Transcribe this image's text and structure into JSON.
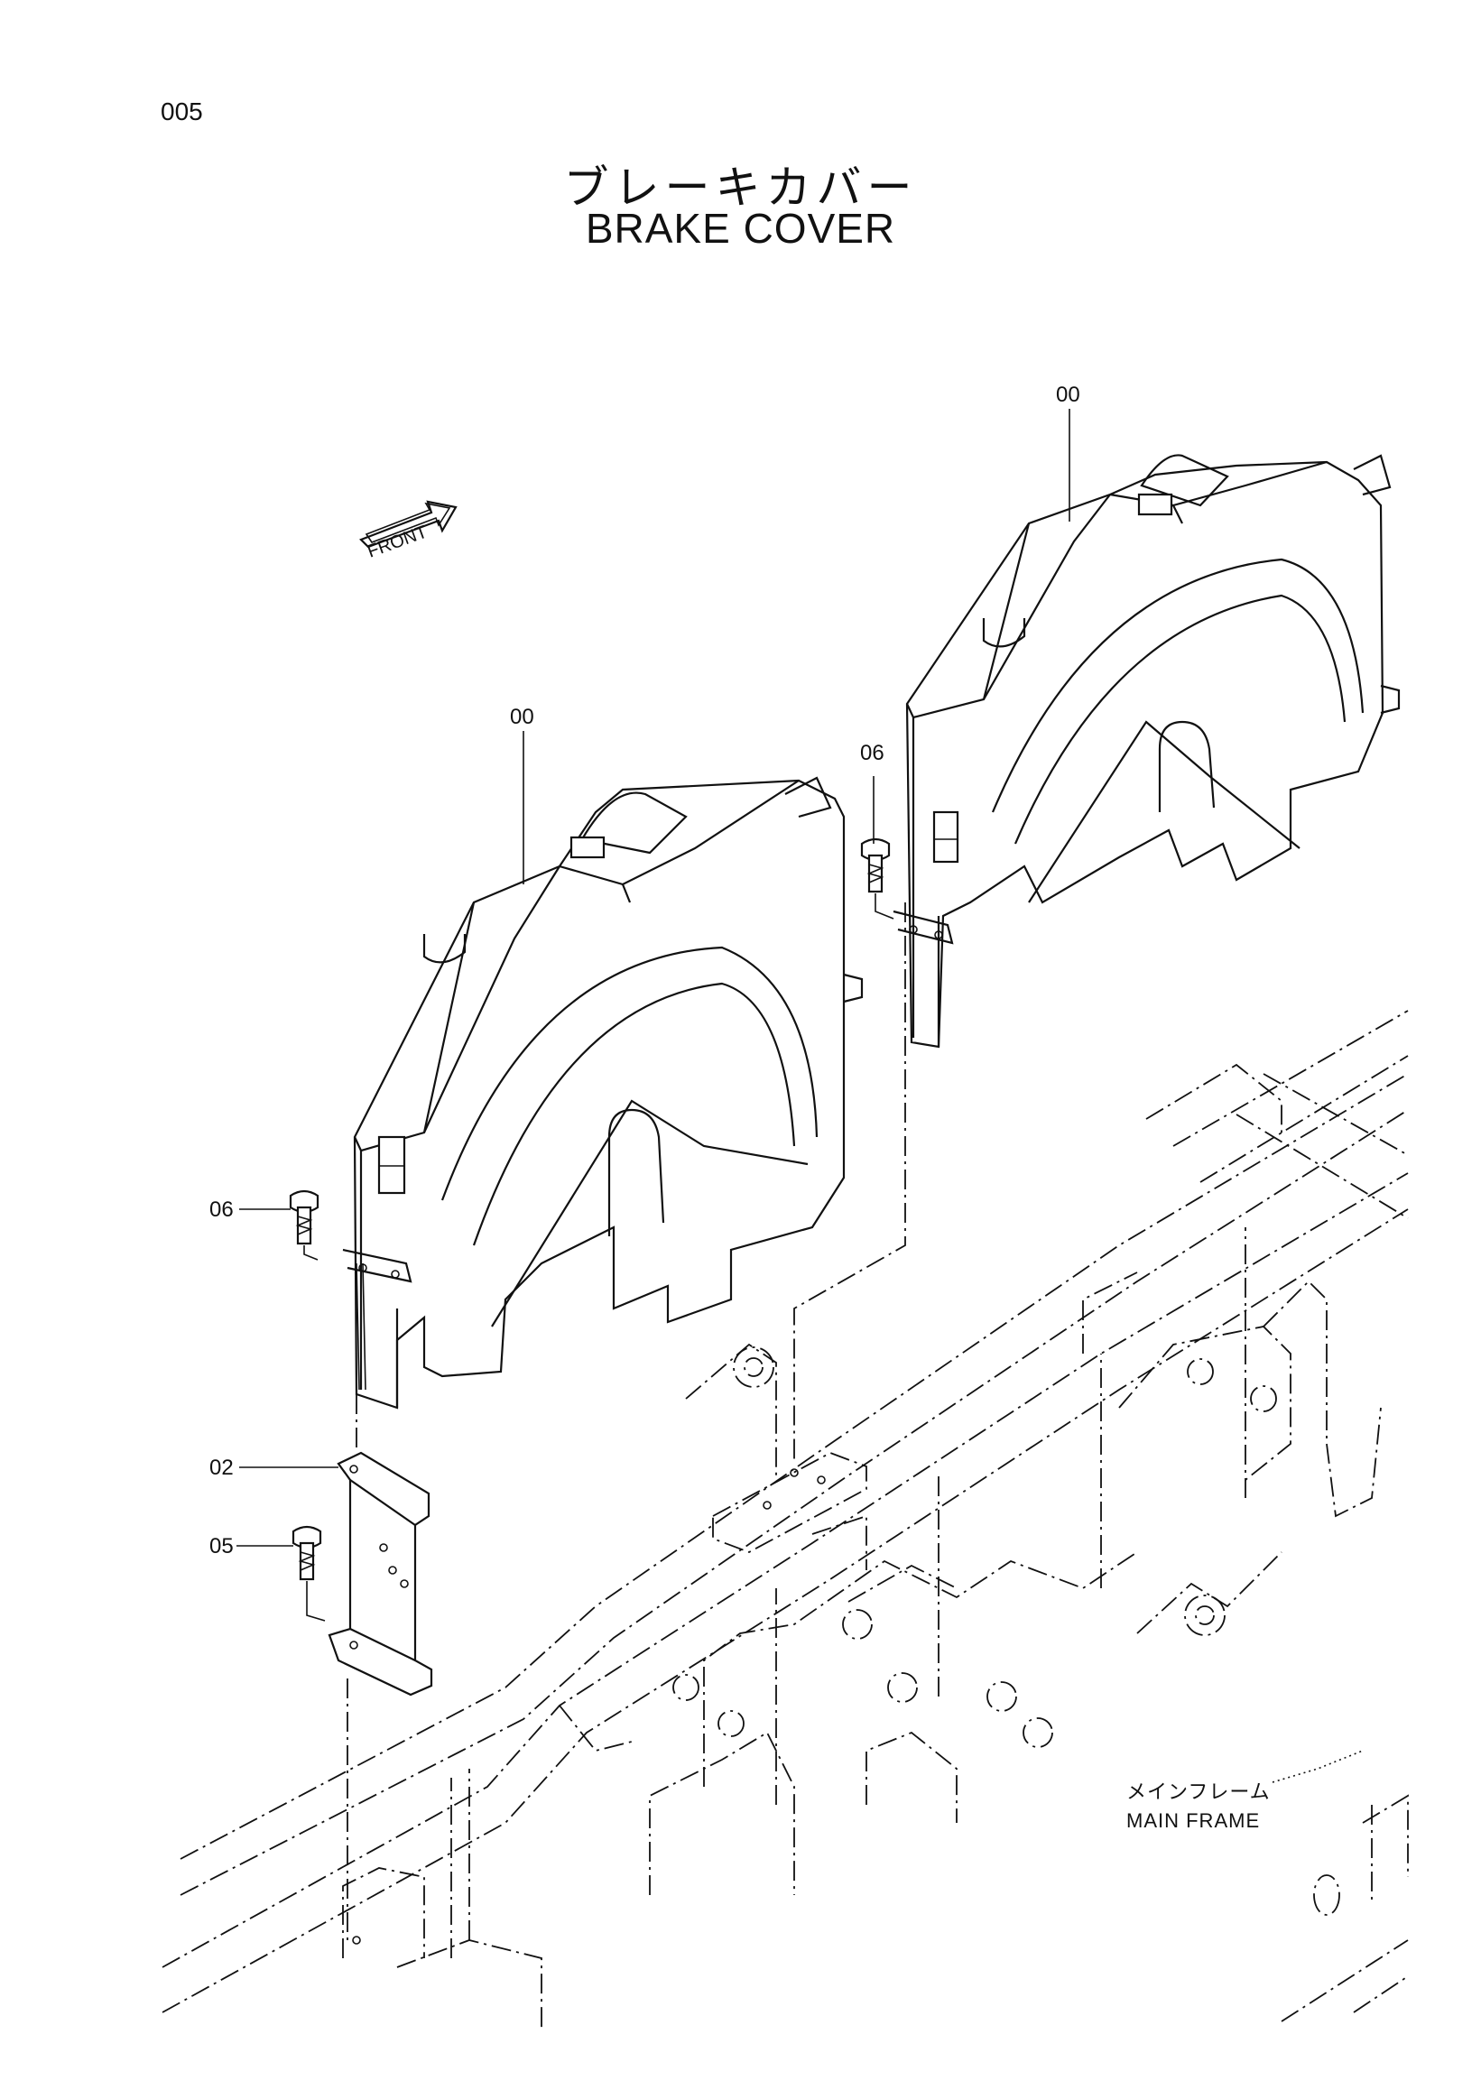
{
  "page_number": "005",
  "title": {
    "japanese": "ブレーキカバー",
    "english": "BRAKE COVER"
  },
  "direction_arrow": {
    "label": "FRONT"
  },
  "callouts": [
    {
      "id": "00",
      "part": "brake-cover-right"
    },
    {
      "id": "00",
      "part": "brake-cover-left"
    },
    {
      "id": "06",
      "part": "bolt-right"
    },
    {
      "id": "06",
      "part": "bolt-left"
    },
    {
      "id": "02",
      "part": "bracket"
    },
    {
      "id": "05",
      "part": "bolt-bracket"
    }
  ],
  "main_frame_label": {
    "japanese": "メインフレーム",
    "english": "MAIN FRAME"
  }
}
